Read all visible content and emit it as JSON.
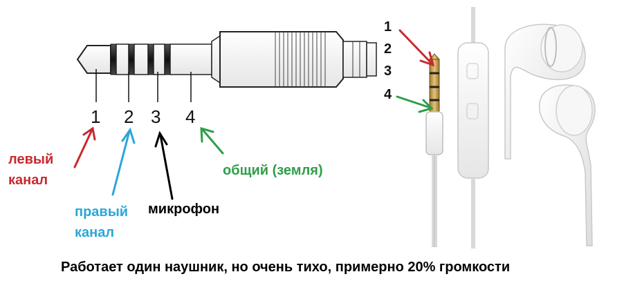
{
  "plug_pin_numbers": [
    "1",
    "2",
    "3",
    "4"
  ],
  "photo_pin_numbers": [
    "1",
    "2",
    "3",
    "4"
  ],
  "labels": {
    "left_channel": "левый канал",
    "right_channel": "правый канал",
    "microphone": "микрофон",
    "ground": "общий (земля)"
  },
  "caption": "Работает один наушник, но очень тихо, примерно 20% громкости",
  "colors": {
    "left_channel": "#c8282e",
    "right_channel": "#2aa6d8",
    "microphone": "#000000",
    "ground": "#2e9e4a"
  }
}
